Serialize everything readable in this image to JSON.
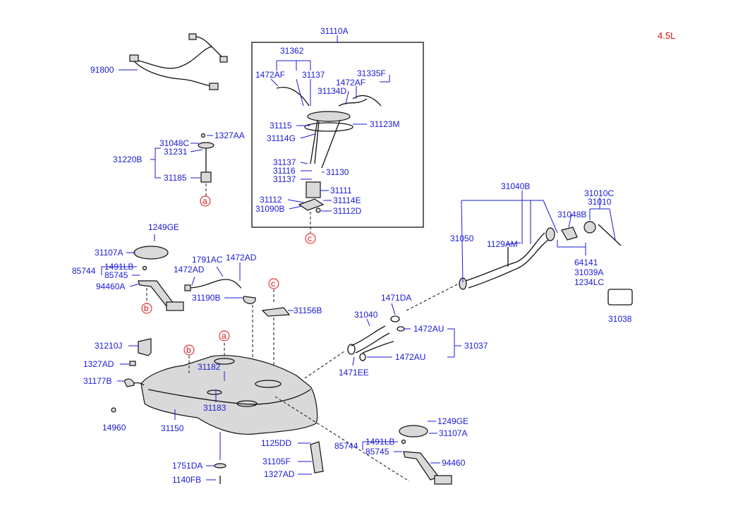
{
  "diagram": {
    "engine_label": "4.5L",
    "labels": {
      "l31110A": "31110A",
      "l31362": "31362",
      "l1472AF_1": "1472AF",
      "l31137_1": "31137",
      "l1472AF_2": "1472AF",
      "l31335F": "31335F",
      "l31134D": "31134D",
      "l31115": "31115",
      "l31123M": "31123M",
      "l31114G": "31114G",
      "l31137_2": "31137",
      "l31116": "31116",
      "l31130": "31130",
      "l31137_3": "31137",
      "l31111": "31111",
      "l31112": "31112",
      "l31114E": "31114E",
      "l31090B": "31090B",
      "l31112D": "31112D",
      "l91800": "91800",
      "l31048C": "31048C",
      "l1327AA": "1327AA",
      "l31231": "31231",
      "l31220B": "31220B",
      "l31185": "31185",
      "l1249GE_1": "1249GE",
      "l31107A_1": "31107A",
      "l1491LB_1": "1491LB",
      "l85744_1": "85744",
      "l85745_1": "85745",
      "l94460A": "94460A",
      "l1791AC": "1791AC",
      "l1472AD_1": "1472AD",
      "l1472AD_2": "1472AD",
      "l31190B": "31190B",
      "l31156B": "31156B",
      "l31040B": "31040B",
      "l31010C": "31010C",
      "l31010": "31010",
      "l31048B": "31048B",
      "l31050": "31050",
      "l1129AM": "1129AM",
      "l64141": "64141",
      "l31039A": "31039A",
      "l1234LC": "1234LC",
      "l31038": "31038",
      "l1471DA": "1471DA",
      "l31040": "31040",
      "l1472AU_1": "1472AU",
      "l31037": "31037",
      "l1472AU_2": "1472AU",
      "l1471EE": "1471EE",
      "l31210J": "31210J",
      "l1327AD_1": "1327AD",
      "l31177B": "31177B",
      "l14960": "14960",
      "l31182": "31182",
      "l31183": "31183",
      "l31150": "31150",
      "l1751DA": "1751DA",
      "l1140FB": "1140FB",
      "l1125DD": "1125DD",
      "l31105F": "31105F",
      "l1327AD_2": "1327AD",
      "l85744_2": "85744",
      "l1491LB_2": "1491LB",
      "l85745_2": "85745",
      "l1249GE_2": "1249GE",
      "l31107A_2": "31107A",
      "l94460": "94460"
    },
    "refs": {
      "ref_a_1": "a",
      "ref_a_2": "a",
      "ref_b_1": "b",
      "ref_b_2": "b",
      "ref_c_1": "c",
      "ref_c_2": "c"
    },
    "colors": {
      "label": "#1a1ad6",
      "reference": "#e01010",
      "part": "#111111"
    }
  }
}
